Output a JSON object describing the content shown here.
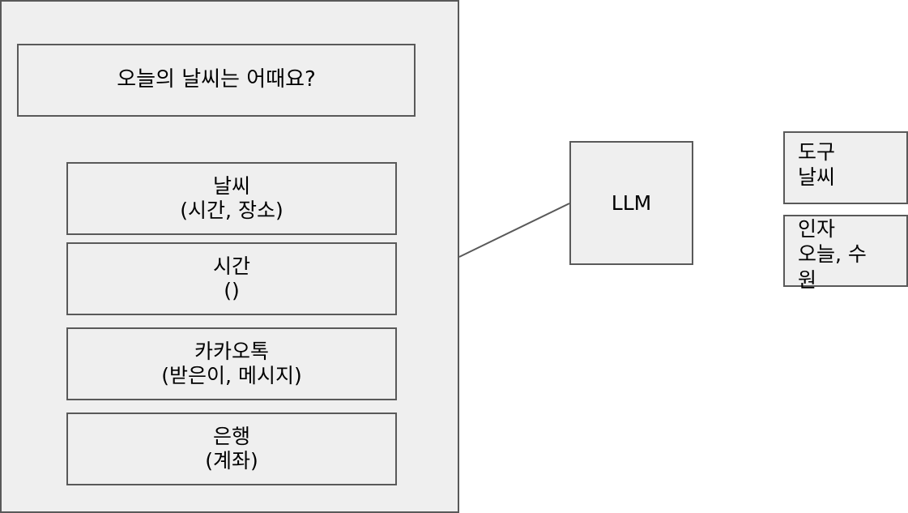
{
  "prompt_panel": {
    "question": "오늘의 날씨는 어때요?",
    "tools": [
      {
        "name": "날씨",
        "params": "(시간, 장소)"
      },
      {
        "name": "시간",
        "params": "()"
      },
      {
        "name": "카카오톡",
        "params": "(받은이, 메시지)"
      },
      {
        "name": "은행",
        "params": "(계좌)"
      }
    ]
  },
  "llm": {
    "label": "LLM"
  },
  "result": {
    "tool": {
      "label": "도구",
      "value": "날씨"
    },
    "args": {
      "label": "인자",
      "value_lines": [
        "오늘, 수",
        "원"
      ]
    }
  },
  "colors": {
    "box_fill": "#efefef",
    "box_border": "#595959",
    "connector": "#595959",
    "text": "#000000"
  }
}
